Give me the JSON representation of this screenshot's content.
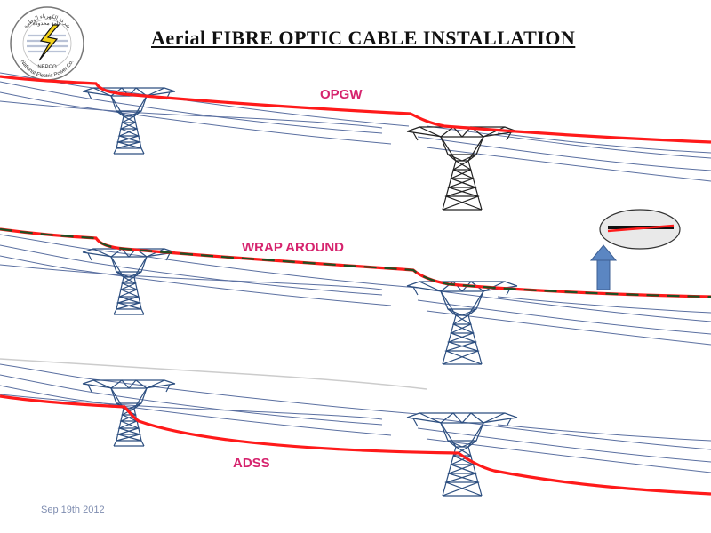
{
  "slide": {
    "title": "Aerial FIBRE OPTIC CABLE INSTALLATION",
    "footer_date": "Sep 19th 2012"
  },
  "logo": {
    "arabic_name": "شركة الكهرباء الوطنية",
    "arabic_sub": "عامة محدودة",
    "abbrev": "NEPCO",
    "english_name": "National Electric Power Co."
  },
  "sections": [
    {
      "label": "OPGW"
    },
    {
      "label": "WRAP AROUND"
    },
    {
      "label": "ADSS"
    }
  ],
  "colors": {
    "fibre_cable": "#ff1a1a",
    "conductor": "#5a6fa0",
    "tower_blue": "#2d4f80",
    "tower_dark": "#222222",
    "wrap_overlay": "#1f4f22",
    "label": "#d6246e",
    "zoom_arrow": "#5b86c2"
  },
  "icons": [
    "nepco-logo",
    "transmission-tower",
    "zoom-magnifier-ellipse",
    "arrow-up-icon"
  ]
}
